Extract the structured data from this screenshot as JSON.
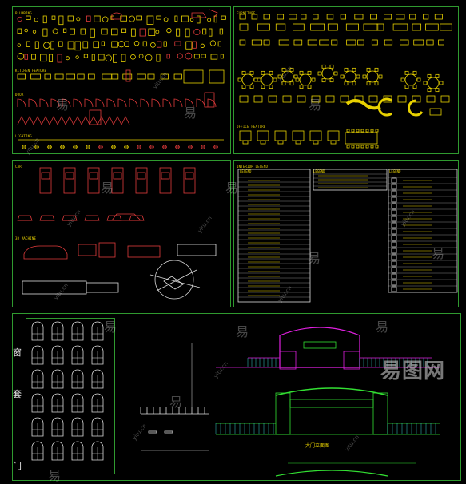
{
  "sections": {
    "plumbing": "PLUMBING",
    "kitchen": "KITCHEN FEATURE",
    "door": "DOOR",
    "lighting": "LIGHTING",
    "furniture": "FURNITURE",
    "office": "OFFICE FEATURE",
    "car": "CAR",
    "machine": "3D MACHINE",
    "legend": "INTERIOR LEGEND"
  },
  "legend_columns": [
    "LEGEND",
    "LEGEND",
    "LEGEND"
  ],
  "side_text": {
    "char1": "窗",
    "char2": "套",
    "char3": "门"
  },
  "caption": "大门立面图",
  "watermark": {
    "glyph": "易",
    "url": "yitu.cn",
    "brand": "易图网"
  },
  "colors": {
    "frame": "#2f9a2f",
    "yellow": "#e8d100",
    "red": "#e23b3b",
    "white": "#dcdcdc",
    "magenta": "#e020e0",
    "green": "#33e033",
    "cyan": "#39d0d0"
  }
}
